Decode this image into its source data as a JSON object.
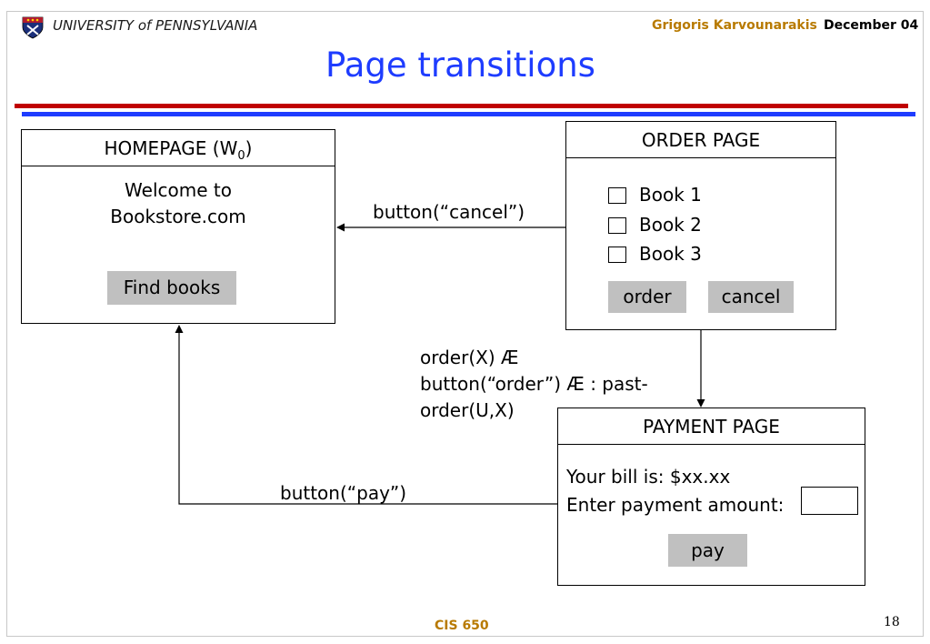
{
  "header": {
    "institution": "UNIVERSITY of PENNSYLVANIA",
    "author": "Grigoris Karvounarakis",
    "date": "December 04"
  },
  "title": "Page transitions",
  "homepage": {
    "title": "HOMEPAGE (W",
    "title_sub": "0",
    "title_close": ")",
    "welcome_line1": "Welcome to",
    "welcome_line2": "Bookstore.com",
    "button": "Find books"
  },
  "order_page": {
    "title": "ORDER PAGE",
    "items": [
      "Book 1",
      "Book 2",
      "Book 3"
    ],
    "order_button": "order",
    "cancel_button": "cancel"
  },
  "payment_page": {
    "title": "PAYMENT PAGE",
    "bill": "Your bill is: $xx.xx",
    "amount_label": "Enter payment amount:",
    "pay_button": "pay"
  },
  "edges": {
    "cancel": "button(“cancel”)",
    "order_line1": "order(X) Æ",
    "order_line2": "button(“order”) Æ : past-",
    "order_line3": "order(U,X)",
    "pay": "button(“pay”)"
  },
  "footer": {
    "course": "CIS 650",
    "page": "18"
  },
  "colors": {
    "title_blue": "#1e3cff",
    "rule_red": "#c00000",
    "accent_gold": "#b87a00",
    "button_gray": "#c0c0c0"
  }
}
